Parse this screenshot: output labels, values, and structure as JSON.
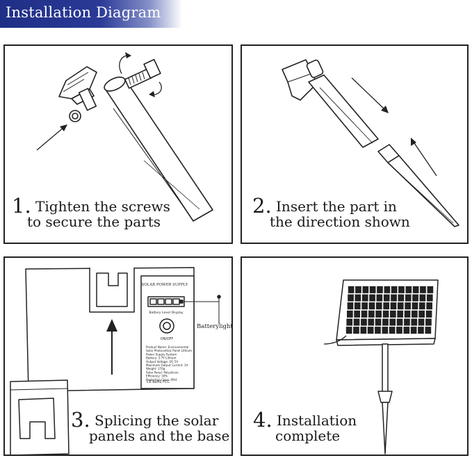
{
  "banner": {
    "title": "Installation Diagram"
  },
  "steps": [
    {
      "number": "1.",
      "line1": "Tighten the screws",
      "line2": "to secure the parts"
    },
    {
      "number": "2.",
      "line1": "Insert the part in",
      "line2": "the direction shown"
    },
    {
      "number": "3.",
      "line1": "Splicing the solar",
      "line2": "panels and the base"
    },
    {
      "number": "4.",
      "line1": "Installation",
      "line2": "complete"
    }
  ],
  "power_box": {
    "label": "SOLAR POWER SUPPLY",
    "battery_caption": "Battery Level Display",
    "battery_light_label": "Batterylight",
    "switch_label": "ON/OFF",
    "spec_lines": [
      "Product Name: Environmental",
      "Solar Photovoltaic Panel Lithium",
      "Power Supply System",
      "Battery: 3.7V Lithium",
      "Output Voltage: DC 5V",
      "Maximum Output Current: 1A",
      "Weight: 170g",
      "Solar Panel: Polysilicon",
      "Efficiency: 16%",
      "Protection Class: IP44"
    ],
    "certification": "CE RoHS FCC"
  }
}
